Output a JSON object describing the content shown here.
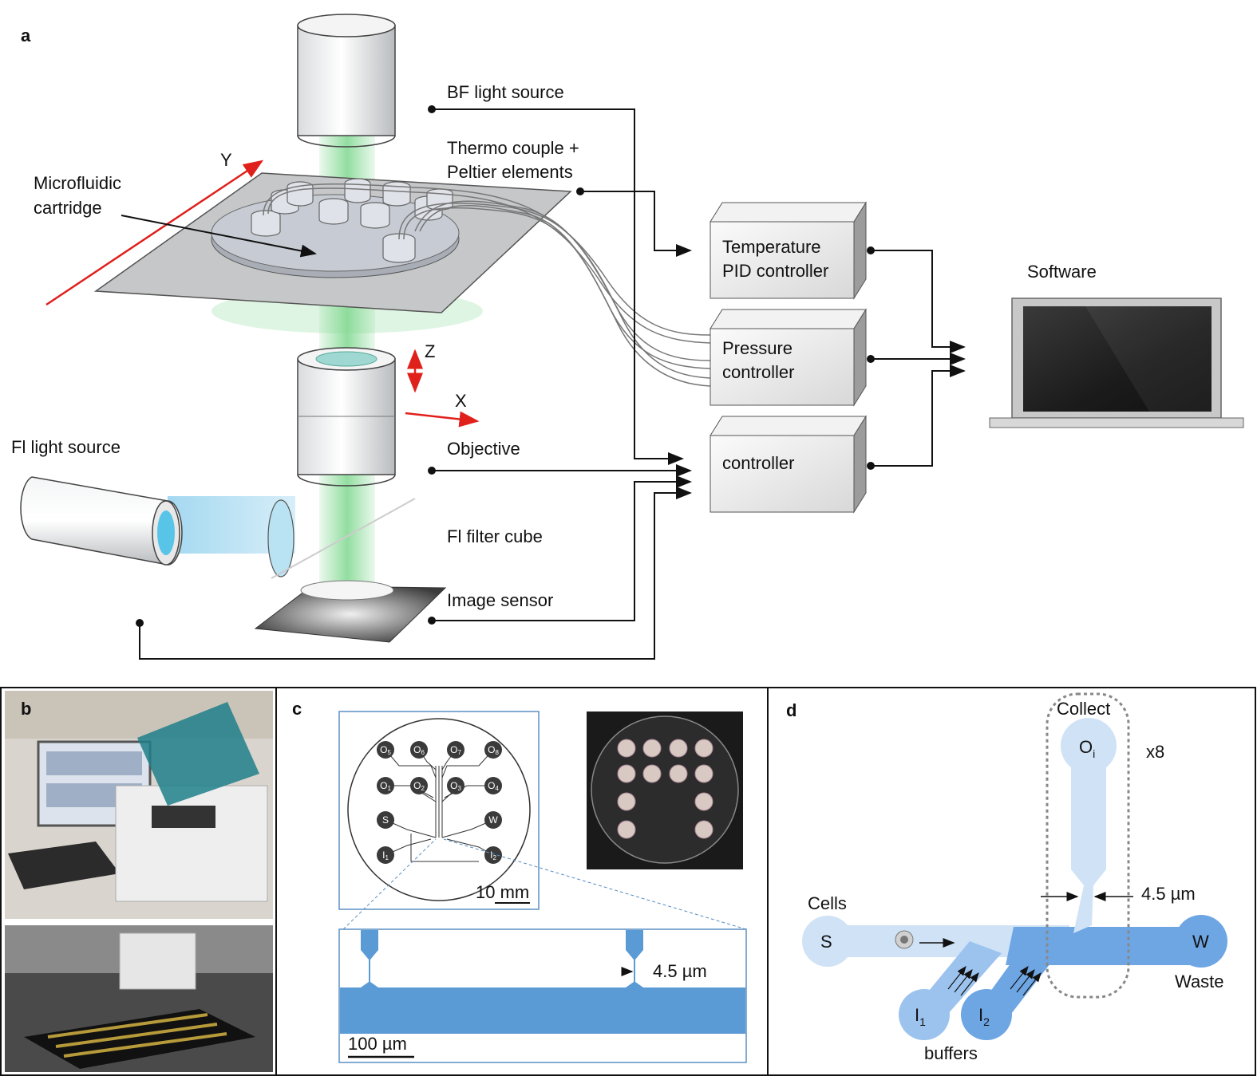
{
  "panel_a": {
    "letter": "a",
    "labels": {
      "bf_light": "BF light source",
      "thermo_1": "Thermo couple +",
      "thermo_2": "Peltier elements",
      "microfluidic_1": "Microfluidic",
      "microfluidic_2": "cartridge",
      "axis_y": "Y",
      "axis_z": "Z",
      "axis_x": "X",
      "fl_light": "Fl light source",
      "objective": "Objective",
      "fl_filter": "Fl filter cube",
      "image_sensor": "Image sensor",
      "software": "Software"
    },
    "boxes": {
      "temperature_1": "Temperature",
      "temperature_2": "PID controller",
      "pressure_1": "Pressure",
      "pressure_2": "controller",
      "controller": "controller"
    },
    "colors": {
      "light_green": "#7fd88f",
      "fluorescence_blue": "#9ad4ef",
      "axis_red": "#e0201b"
    }
  },
  "panel_b": {
    "letter": "b"
  },
  "panel_c": {
    "letter": "c",
    "ports": [
      "O5",
      "O6",
      "O7",
      "O8",
      "O1",
      "O2",
      "O3",
      "O4",
      "S",
      "W",
      "I1",
      "I2"
    ],
    "scale_mm": "10 mm",
    "gap": "4.5 µm",
    "scale_um": "100 µm"
  },
  "panel_d": {
    "letter": "d",
    "collect": "Collect",
    "outlet_main": "O",
    "outlet_sub": "i",
    "multiplier": "x8",
    "gap": "4.5 µm",
    "cells": "Cells",
    "inlet_s": "S",
    "outlet_w": "W",
    "waste": "Waste",
    "i1_main": "I",
    "i1_sub": "1",
    "i2_main": "I",
    "i2_sub": "2",
    "buffers": "buffers"
  }
}
